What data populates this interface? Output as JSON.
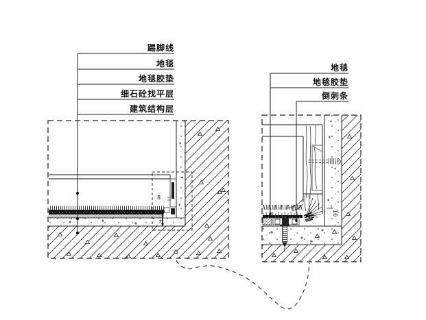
{
  "diagram_left": {
    "labels": [
      "踢脚线",
      "地毯",
      "地毯胶垫",
      "细石砼找平层",
      "建筑结构层"
    ],
    "dim": "8"
  },
  "diagram_right": {
    "labels": [
      "地毯",
      "地毯胶垫",
      "倒刺条"
    ],
    "dim": "10"
  }
}
